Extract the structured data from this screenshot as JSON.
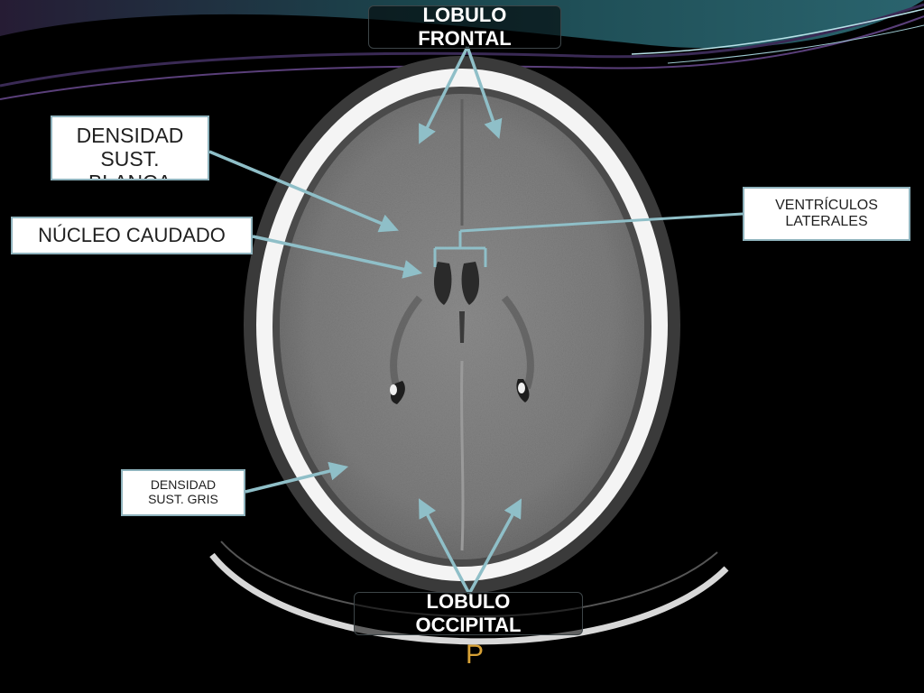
{
  "slide": {
    "background_color": "#000000",
    "arrow_color": "#8fbfc8"
  },
  "labels": {
    "frontal": "LOBULO\nFRONTAL",
    "occipital": "LOBULO\nOCCIPITAL",
    "densidad_blanca": "DENSIDAD\nSUST.\nBLANCA",
    "nucleo_caudado": "NÚCLEO CAUDADO",
    "ventriculos": "VENTRÍCULOS\nLATERALES",
    "densidad_gris": "DENSIDAD\nSUST. GRIS"
  },
  "view_marker": "P"
}
